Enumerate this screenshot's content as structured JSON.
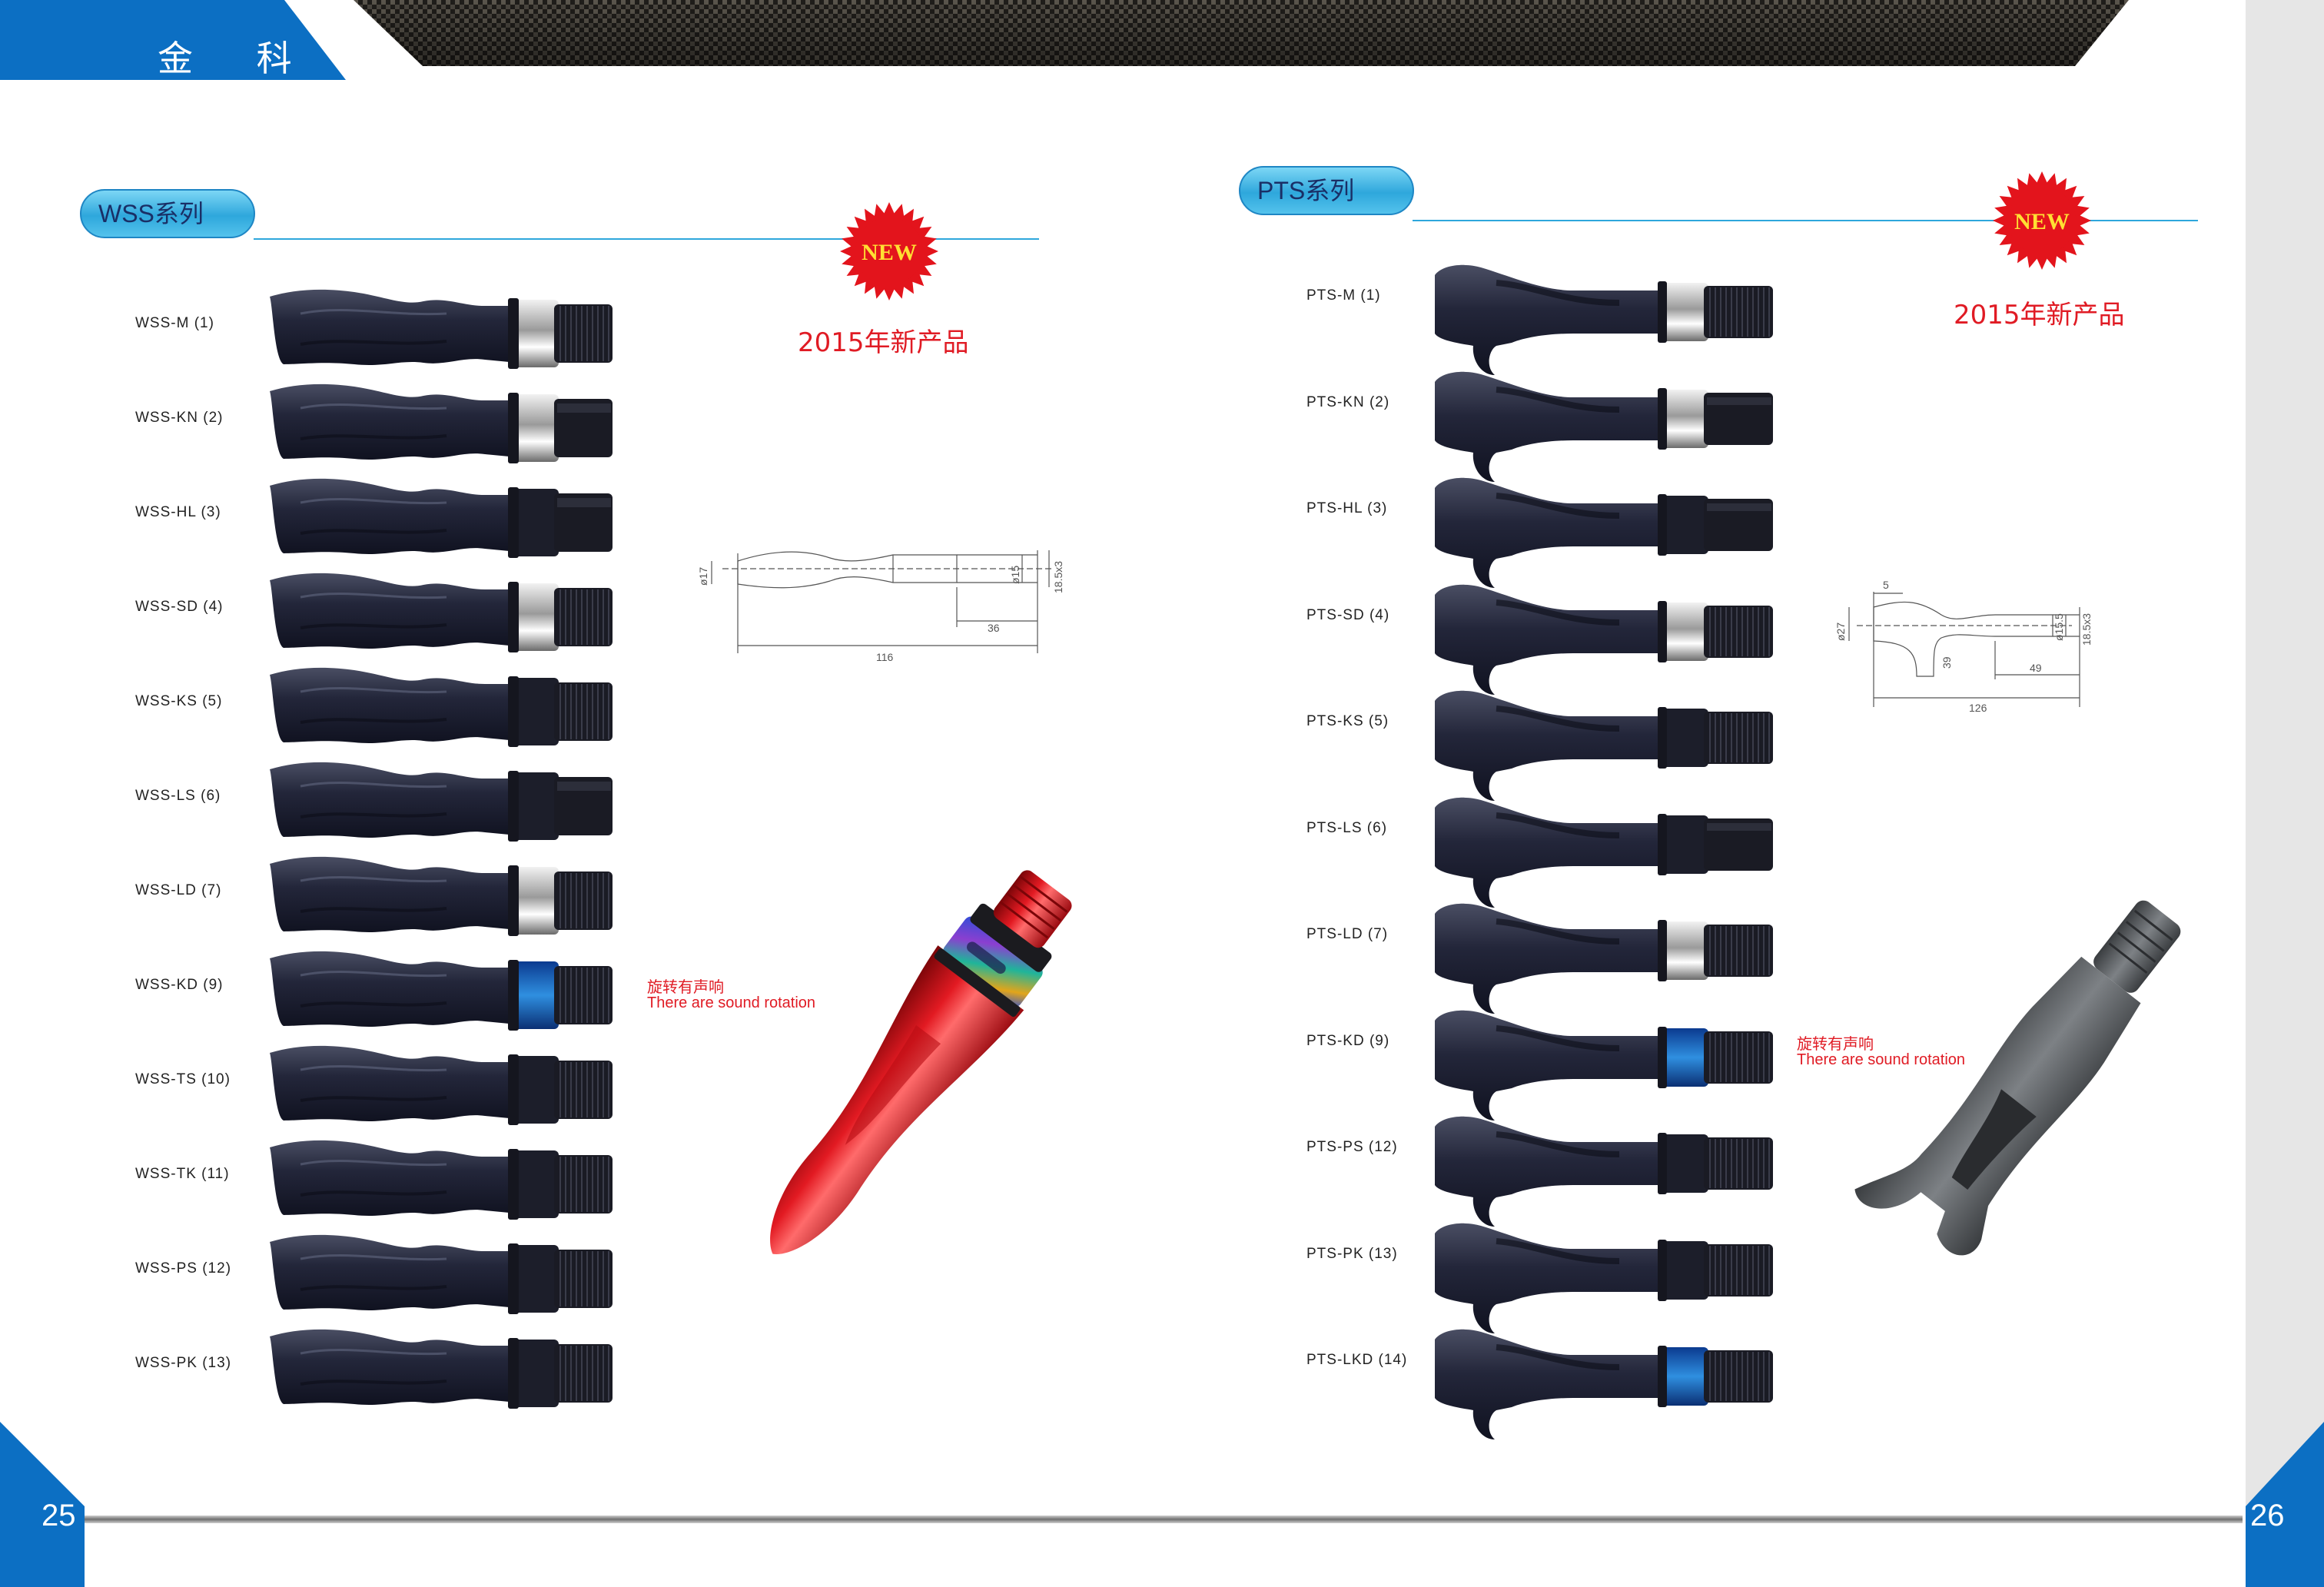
{
  "header": {
    "brand": "金 科",
    "colors": {
      "brand_blue": "#0c6fc3",
      "banner_dark": "#2c2a26"
    }
  },
  "left": {
    "section_title": "WSS系列",
    "new_badge": "NEW",
    "new_subtitle": "2015年新产品",
    "note_cn": "旋转有声响",
    "note_en": "There are sound rotation",
    "drawing_dims": [
      "ø17",
      "ø15",
      "18.5x3",
      "36",
      "116"
    ],
    "items": [
      "WSS-M (1)",
      "WSS-KN (2)",
      "WSS-HL (3)",
      "WSS-SD (4)",
      "WSS-KS (5)",
      "WSS-LS (6)",
      "WSS-LD (7)",
      "WSS-KD (9)",
      "WSS-TS (10)",
      "WSS-TK (11)",
      "WSS-PS (12)",
      "WSS-PK (13)"
    ],
    "page_number": "25"
  },
  "right": {
    "section_title": "PTS系列",
    "new_badge": "NEW",
    "new_subtitle": "2015年新产品",
    "note_cn": "旋转有声响",
    "note_en": "There are sound rotation",
    "drawing_dims": [
      "5",
      "ø27",
      "39",
      "ø15.5",
      "18.5x3",
      "49",
      "126"
    ],
    "items": [
      "PTS-M (1)",
      "PTS-KN (2)",
      "PTS-HL (3)",
      "PTS-SD (4)",
      "PTS-KS (5)",
      "PTS-LS (6)",
      "PTS-LD (7)",
      "PTS-KD (9)",
      "PTS-PS (12)",
      "PTS-PK (13)",
      "PTS-LKD (14)"
    ],
    "page_number": "26"
  }
}
